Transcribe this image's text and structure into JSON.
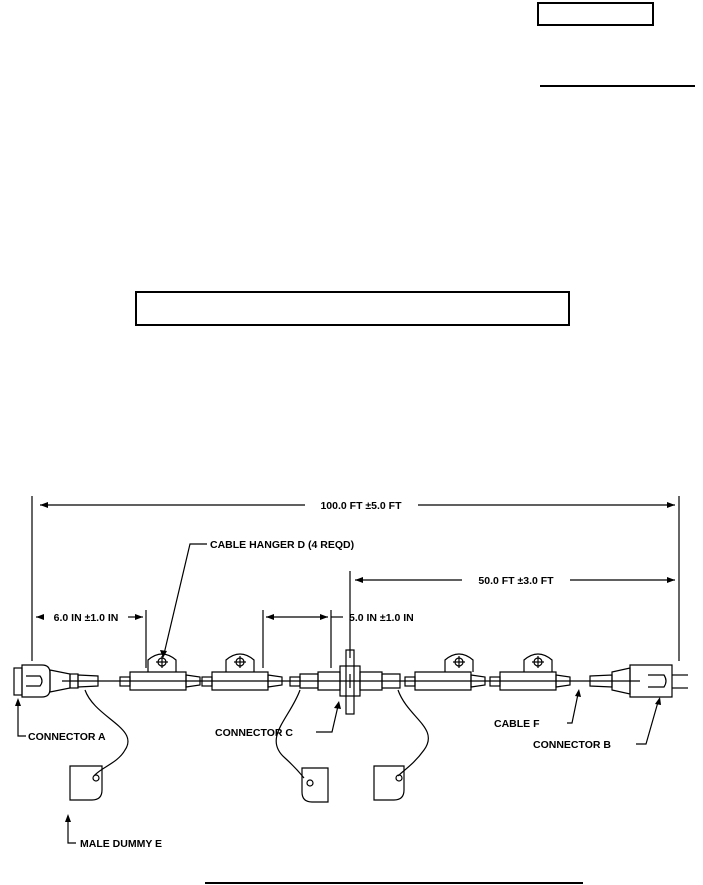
{
  "figure": {
    "dimensions": {
      "overall_length": "100.0 FT ±5.0 FT",
      "half_length": "50.0 FT ±3.0 FT",
      "connector_a_offset": "6.0 IN ±1.0 IN",
      "connector_c_offset": "5.0 IN ±1.0 IN"
    },
    "labels": {
      "cable_hanger": "CABLE HANGER D (4 REQD)",
      "connector_a": "CONNECTOR A",
      "connector_b": "CONNECTOR B",
      "connector_c": "CONNECTOR C",
      "cable_f": "CABLE F",
      "male_dummy": "MALE DUMMY E"
    }
  }
}
